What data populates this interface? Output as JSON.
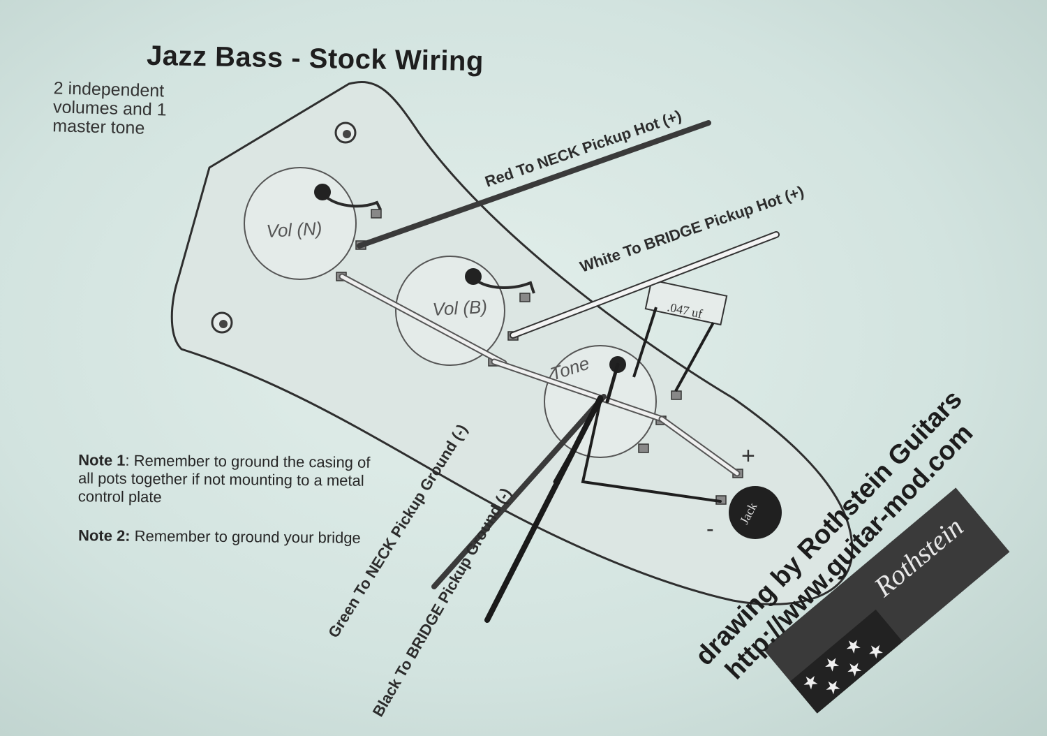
{
  "diagram": {
    "title": "Jazz Bass - Stock Wiring",
    "subtitle": "2 independent volumes and 1 master tone",
    "components": {
      "vol_neck": "Vol (N)",
      "vol_bridge": "Vol (B)",
      "tone": "Tone",
      "capacitor": ".047 uf",
      "jack": "Jack",
      "jack_plus": "+",
      "jack_minus": "-"
    },
    "wires": {
      "red": "Red To NECK Pickup Hot (+)",
      "white": "White To BRIDGE Pickup Hot (+)",
      "green": "Green To NECK Pickup Ground (-)",
      "black": "Black To BRIDGE Pickup Ground (-)"
    },
    "notes": {
      "note1_label": "Note 1",
      "note1_text": ": Remember to ground the casing of all pots together if not mounting to a metal control plate",
      "note2_label": "Note 2:",
      "note2_text": " Remember to ground your bridge"
    },
    "credit": {
      "line1": "drawing by Rothstein Guitars",
      "line2": "http://www.guitar-mod.com",
      "logo": "Rothstein"
    },
    "colors": {
      "plate": "#d9e3e0",
      "plate_outline": "#2e2e2e",
      "red_wire": "#444444",
      "white_wire": "#f4f4f4",
      "green_wire": "#3a3a3a",
      "black_wire": "#1a1a1a",
      "jack": "#202020"
    }
  }
}
